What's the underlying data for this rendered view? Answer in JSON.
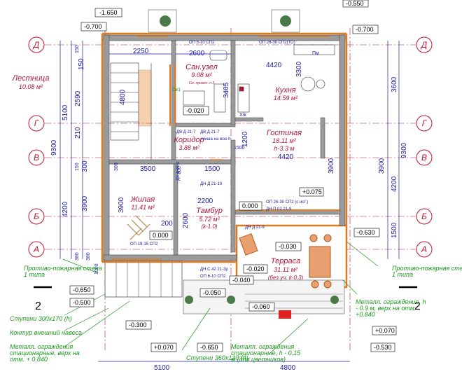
{
  "axes": {
    "d": "Д",
    "g": "Г",
    "v": "В",
    "b": "Б",
    "a": "А",
    "section": "2"
  },
  "rooms": {
    "stair": {
      "name": "Лестница",
      "area": "10.08 м²"
    },
    "wc": {
      "name": "Сан.узел",
      "area": "9.08 м²",
      "note": "См. примеч. п.5"
    },
    "corridor": {
      "name": "Коридор",
      "area": "3.88 м²"
    },
    "kitchen": {
      "name": "Кухня",
      "area": "14.59 м²"
    },
    "living": {
      "name": "Гостиная",
      "area": "18.11 м²",
      "height": "h-3.3 м",
      "dim": "4420"
    },
    "bedroom": {
      "name": "Жилая",
      "area": "11.41 м²"
    },
    "vestibule": {
      "name": "Тамбур",
      "area": "5.72 м²",
      "note": "(k-1.0)"
    },
    "terrace": {
      "name": "Терраса",
      "area": "31.11 м²",
      "note": "(без уч. k-0.3)"
    }
  },
  "levels": [
    "-1.650",
    "-0.700",
    "-0.700",
    "-0.550",
    "-0.020",
    "0.000",
    "+0.075",
    "-0.630",
    "-0.030",
    "0.000",
    "-0.020",
    "-0.040",
    "-0.650",
    "-0.500",
    "-0.050",
    "-0.300",
    "-0.060",
    "+0.070",
    "-0.650",
    "+0.070",
    "-0.530"
  ],
  "dims": {
    "top": [
      "2250",
      "2600"
    ],
    "inner": [
      "4420",
      "3300",
      "3405",
      "4800",
      "1200",
      "3500",
      "1500",
      "4420",
      "3900",
      "2200",
      "200",
      "2600",
      "3900",
      "150"
    ],
    "left_outer": [
      "5100",
      "9300",
      "4200"
    ],
    "left_inner": [
      "2590",
      "210",
      "3900",
      "300"
    ],
    "right_outer": [
      "3600",
      "9300",
      "4200",
      "1500"
    ],
    "right_inner": [
      "3900"
    ],
    "bottom": [
      "5100",
      "4800"
    ],
    "small": [
      "150",
      "380",
      "150",
      "1500",
      "300",
      "1000",
      "300",
      "380"
    ]
  },
  "tags": [
    "ОП 5-10 СП2",
    "ОП 26-30 СП2(ТО)",
    "ДВ Д 21-7",
    "ДВ Д 21-7",
    "Ниша на всю h",
    "ДН Д 21-10",
    "ДВ Д 21-9",
    "ОП 26-30 СП2 (с ист.)",
    "ДН П 02 21-9",
    "ОП 19-15 СП2",
    "ДН Д 21-9",
    "ДН С 42 21-3р",
    "ОП 6-10 СП2",
    "Пм",
    "Х/к",
    "Ск1"
  ],
  "notes": {
    "firewall_left": "Противо-пожарная стена 1 типа",
    "firewall_right": "Противо-пожарная стена 1 типа",
    "stairs_left": "Ступени 300х170 (h)",
    "canopy": "Контур внешний навеса",
    "fence_left": "Металл. ограждения стационарные, верх на отм. + 0.840",
    "steps_bottom": "Ступени 360х120 (h)",
    "fence_bottom": "Металл. ограждения стационарные, h - 0.15 м (для цветников)",
    "fence_right": "Металл. ограждение, h - 0.9 м, верх на отм. +0.840"
  },
  "colors": {
    "wall": "#8a8a8a",
    "wallfill": "#9a9a9a",
    "insul": "#e07a1c",
    "dim": "#1a1aa8",
    "axis": "#c0142c",
    "green": "#1a9a1a",
    "room": "#b0163a"
  }
}
